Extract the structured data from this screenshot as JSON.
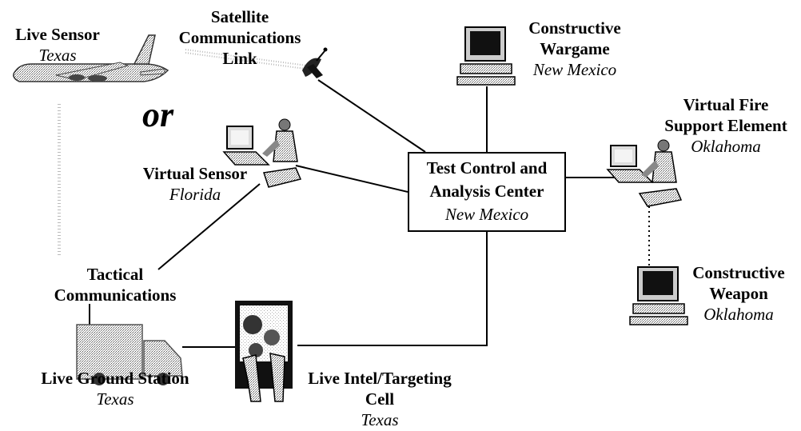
{
  "diagram": {
    "or_text": "or",
    "center": {
      "line1": "Test Control and",
      "line2": "Analysis Center",
      "location": "New Mexico"
    },
    "nodes": {
      "live_sensor": {
        "line1": "Live Sensor",
        "location": "Texas"
      },
      "satcom": {
        "line1": "Satellite",
        "line2": "Communications",
        "line3": "Link"
      },
      "wargame": {
        "line1": "Constructive",
        "line2": "Wargame",
        "location": "New Mexico"
      },
      "fire_support": {
        "line1": "Virtual Fire",
        "line2": "Support Element",
        "location": "Oklahoma"
      },
      "virtual_sensor": {
        "line1": "Virtual Sensor",
        "location": "Florida"
      },
      "tactical_comms": {
        "line1": "Tactical",
        "line2": "Communications"
      },
      "weapon": {
        "line1": "Constructive",
        "line2": "Weapon",
        "location": "Oklahoma"
      },
      "ground_station": {
        "line1": "Live Ground Station",
        "location": "Texas"
      },
      "intel_cell": {
        "line1": "Live Intel/Targeting",
        "line2": "Cell",
        "location": "Texas"
      }
    }
  }
}
